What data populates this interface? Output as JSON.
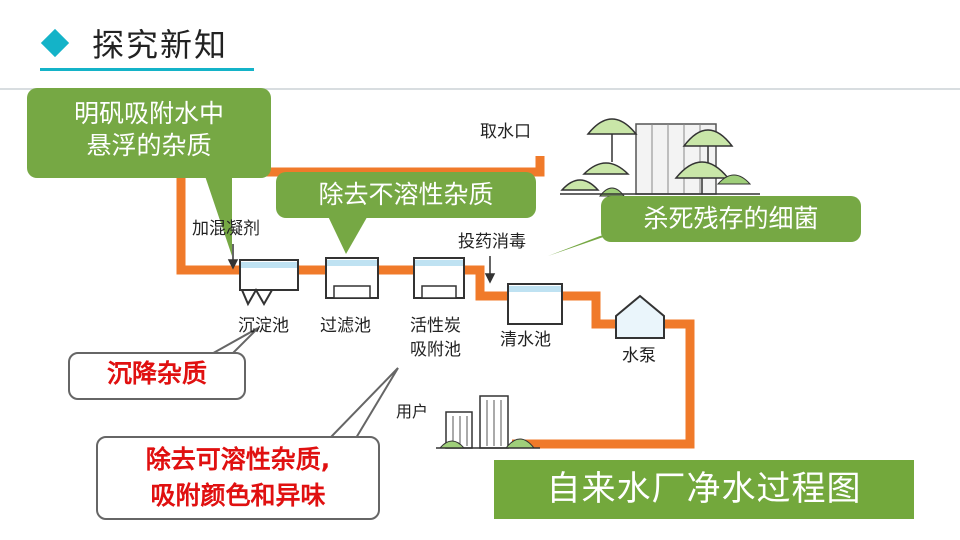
{
  "header": {
    "title": "探究新知"
  },
  "diagram": {
    "labels": {
      "water_intake": "取水口",
      "add_coagulant": "加混凝剂",
      "add_disinfectant": "投药消毒",
      "sedimentation_tank": "沉淀池",
      "filter_tank": "过滤池",
      "carbon_tank_line1": "活性炭",
      "carbon_tank_line2": "吸附池",
      "clear_water_tank": "清水池",
      "water_pump": "水泵",
      "user": "用户"
    },
    "callouts": {
      "alum_line1": "明矾吸附水中",
      "alum_line2": "悬浮的杂质",
      "filter_note": "除去不溶性杂质",
      "disinfect_note": "杀死残存的细菌",
      "sediment_note": "沉降杂质",
      "carbon_note_line1": "除去可溶性杂质,",
      "carbon_note_line2": "吸附颜色和异味"
    },
    "caption": "自来水厂净水过程图",
    "colors": {
      "pipe": "#f07a2a",
      "callout_green": "#76a844",
      "accent": "#14b3c8",
      "note_text": "#e01010"
    }
  }
}
